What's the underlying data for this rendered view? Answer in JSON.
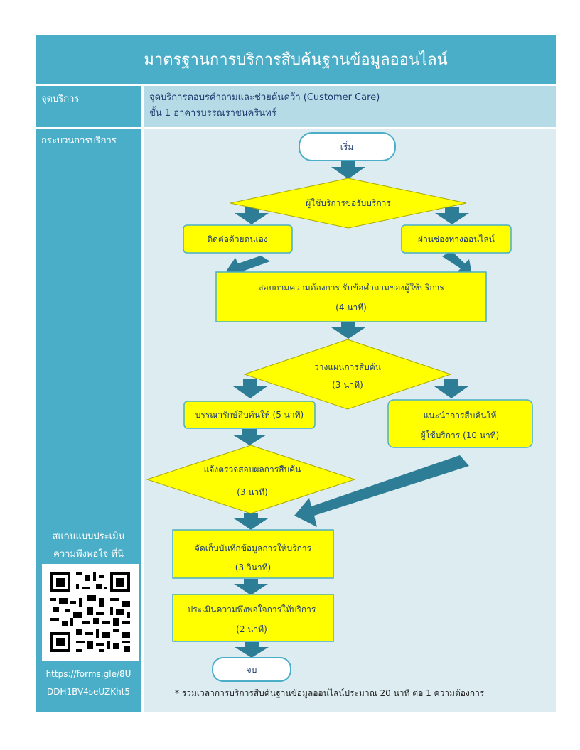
{
  "header": {
    "title": "มาตรฐานการบริการสืบค้นฐานข้อมูลออนไลน์"
  },
  "service_point": {
    "label": "จุดบริการ",
    "line1": "จุดบริการตอบรคำถามและช่วยค้นคว้า (Customer Care)",
    "line2": "ชั้น 1 อาคารบรรณราชนครินทร์"
  },
  "process": {
    "label": "กระบวนการบริการ",
    "scan_line1": "สแกนแบบประเมิน",
    "scan_line2": "ความพึงพอใจ ที่นี่",
    "url_line1": "https://forms.gle/8U",
    "url_line2": "DDH1BV4seUZKht5"
  },
  "flow": {
    "start": "เริ่ม",
    "request": "ผู้ใช้บริการขอรับบริการ",
    "self_contact": "ติดต่อด้วยตนเอง",
    "online_contact": "ผ่านช่องทางออนไลน์",
    "inquire_line1": "สอบถามความต้องการ รับข้อคำถามของผู้ใช้บริการ",
    "inquire_line2": "(4 นาที)",
    "plan_line1": "วางแผนการสืบค้น",
    "plan_line2": "(3 นาที)",
    "librarian_search": "บรรณารักษ์สืบค้นให้ (5 นาที)",
    "guide_line1": "แนะนำการสืบค้นให้",
    "guide_line2": "ผู้ใช้บริการ (10 นาที)",
    "notify_line1": "แจ้งตรวจสอบผลการสืบค้น",
    "notify_line2": "(3 นาที)",
    "record_line1": "จัดเก็บบันทึกข้อมูลการให้บริการ",
    "record_line2": "(3 วินาที)",
    "evaluate_line1": "ประเมินความพึงพอใจการให้บริการ",
    "evaluate_line2": "(2 นาที)",
    "end": "จบ"
  },
  "footnote": "* รวมเวลาการบริการสืบค้นฐานข้อมูลออนไลน์ประมาณ 20 นาที ต่อ 1 ความต้องการ",
  "colors": {
    "header_blue": "#4aaec8",
    "light_blue": "#b5dbe6",
    "panel_bg": "#dcecf1",
    "node_yellow": "#ffff00",
    "arrow_teal": "#2e7d96",
    "text_navy": "#1e3a6e"
  }
}
